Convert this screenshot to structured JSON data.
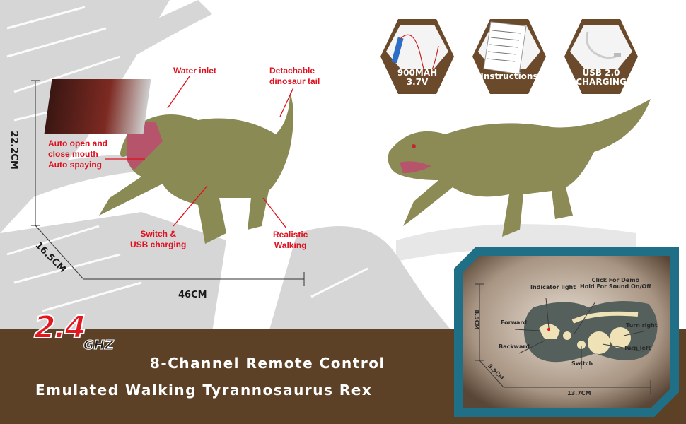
{
  "colors": {
    "brand_brown": "#5c4127",
    "hex_brown": "#6b4a2b",
    "callout_red": "#e0101f",
    "frame_teal": "#1f6f87",
    "leaf_gray": "#c8c8c8"
  },
  "callouts": {
    "water_inlet": "Water inlet",
    "detachable_tail_line1": "Detachable",
    "detachable_tail_line2": "dinosaur tail",
    "mouth_line1": "Auto open and",
    "mouth_line2": "close mouth",
    "mouth_line3": "Auto spaying",
    "switch_line1": "Switch &",
    "switch_line2": "USB charging",
    "walking_line1": "Realistic",
    "walking_line2": "Walking"
  },
  "dimensions": {
    "height": "22.2CM",
    "depth": "16.5CM",
    "length": "46CM"
  },
  "accessories": [
    {
      "icon": "battery-icon",
      "line1": "900MAH",
      "line2": "3.7V"
    },
    {
      "icon": "manual-icon",
      "line1": "Instructions",
      "line2": ""
    },
    {
      "icon": "usb-cable-icon",
      "line1": "USB 2.0",
      "line2": "CHARGING"
    }
  ],
  "badge": {
    "frequency": "2.4",
    "unit": "GHZ"
  },
  "headline": {
    "line1": "8-Channel Remote Control",
    "line2": "Emulated Walking Tyrannosaurus Rex"
  },
  "remote": {
    "labels": {
      "indicator": "Indicator light",
      "demo_line1": "Click For Demo",
      "demo_line2": "Hold For Sound On/Off",
      "forward": "Forward",
      "backward": "Backward",
      "switch": "Switch",
      "turn_right": "Turn right",
      "turn_left": "Turn left"
    },
    "dimensions": {
      "height": "8.5CM",
      "depth": "3.9CM",
      "width": "13.7CM"
    }
  }
}
